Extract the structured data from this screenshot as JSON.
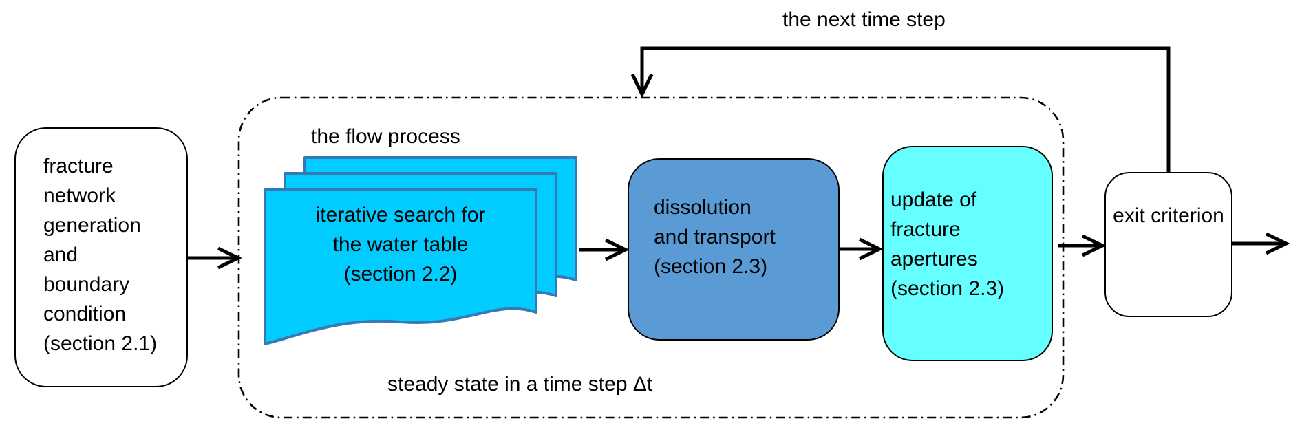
{
  "diagram": {
    "labels": {
      "next_time_step": "the next time step",
      "flow_process": "the flow process",
      "steady_state": "steady state in a time step Δt"
    },
    "boxes": {
      "fracture_network": {
        "text": "fracture\nnetwork\ngeneration\nand\nboundary\ncondition\n(section 2.1)"
      },
      "iterative_search": {
        "text": "iterative search for\nthe water table\n(section 2.2)"
      },
      "dissolution": {
        "text": "dissolution\nand transport\n(section 2.3)"
      },
      "update_apertures": {
        "text": "update of\nfracture\napertures\n(section 2.3)"
      },
      "exit_criterion": {
        "text": "exit criterion"
      }
    },
    "colors": {
      "background": "#ffffff",
      "text": "#000000",
      "line": "#000000",
      "box_border": "#000000",
      "document_fill": "#00ccff",
      "document_border": "#3579b5",
      "dissolution_fill": "#5b9bd5",
      "update_fill": "#66ffff"
    }
  }
}
